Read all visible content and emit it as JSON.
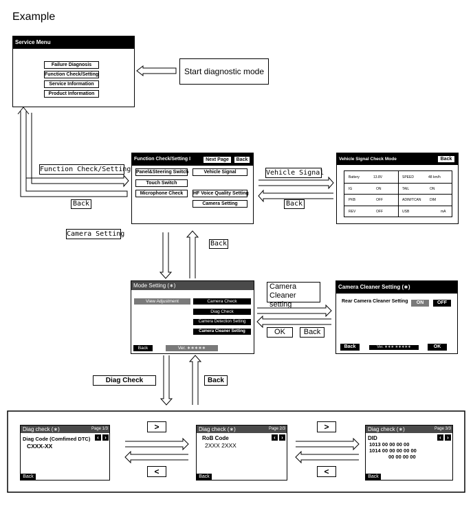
{
  "title": "Example",
  "service_menu": {
    "header": "Service Menu",
    "items": [
      "Failure Diagnosis",
      "Function Check/Setting",
      "Service Information",
      "Product Information"
    ]
  },
  "start_label": "Start diagnostic mode",
  "function_check": {
    "header": "Function Check/Setting",
    "header_suffix": "I",
    "next_page": "Next Page",
    "back": "Back",
    "buttons": [
      "Panel&Steering Switch",
      "Vehicle Signal",
      "Touch Switch",
      "Microphone Check",
      "HF Voice Quality Setting",
      "Camera Setting"
    ]
  },
  "vehicle_signal": {
    "header": "Vehicle Signal Check Mode",
    "back": "Back",
    "rows": [
      {
        "l1": "Battery",
        "v1": "13.8V",
        "l2": "SPEED",
        "v2": "48  km/h"
      },
      {
        "l1": "IG",
        "v1": "ON",
        "l2": "TAIL",
        "v2": "ON"
      },
      {
        "l1": "PKB",
        "v1": "OFF",
        "l2": "ADIM/TCAN",
        "v2": "DIM"
      },
      {
        "l1": "REV",
        "v1": "OFF",
        "l2": "USB",
        "v2": "mA"
      }
    ]
  },
  "labels": {
    "function_check_setting": "Function Check/Setting",
    "back_1": "Back",
    "vehicle_signal": "Vehicle Signal",
    "back_2": "Back",
    "camera_setting": "Camera Setting",
    "back_3": "Back",
    "camera_cleaner_setting_line1": "Camera",
    "camera_cleaner_setting_line2": "Cleaner setting",
    "ok": "OK",
    "back_4": "Back",
    "diag_check": "Diag Check",
    "back_5": "Back",
    "next_1": ">",
    "prev_1": "<",
    "next_2": ">",
    "prev_2": "<"
  },
  "mode_setting": {
    "header": "Mode Setting (∗)",
    "view_adjustment": "View Adjustment",
    "buttons": [
      "Camera Check",
      "Diag Check",
      "Camera Detection Setting",
      "Camera Cleaner Setting"
    ],
    "back": "Back",
    "version": "Ver. ∗∗∗∗∗"
  },
  "camera_cleaner": {
    "header": "Camera Cleaner Setting (∗)",
    "label": "Rear Camera Cleaner Setting",
    "on": "ON",
    "off": "OFF",
    "back": "Back",
    "version": "Ver. ∗∗∗ ∗∗∗∗∗",
    "ok": "OK"
  },
  "diag_pages": [
    {
      "header": "Diag check (∗)",
      "page": "Page 1/3",
      "line1": "Diag Code (Comfimed DTC)",
      "line2": "CXXX-XX",
      "line3": "",
      "back": "Back"
    },
    {
      "header": "Diag check (∗)",
      "page": "Page 2/3",
      "line1": "RoB  Code",
      "line2": "2XXX    2XXX",
      "line3": "",
      "back": "Back"
    },
    {
      "header": "Diag check (∗)",
      "page": "Page 3/3",
      "line1": "DID",
      "line2": "1013  00  00  00  00",
      "line3": "1014  00  00  00  00  00",
      "line4": "00  00  00  00",
      "back": "Back"
    }
  ]
}
